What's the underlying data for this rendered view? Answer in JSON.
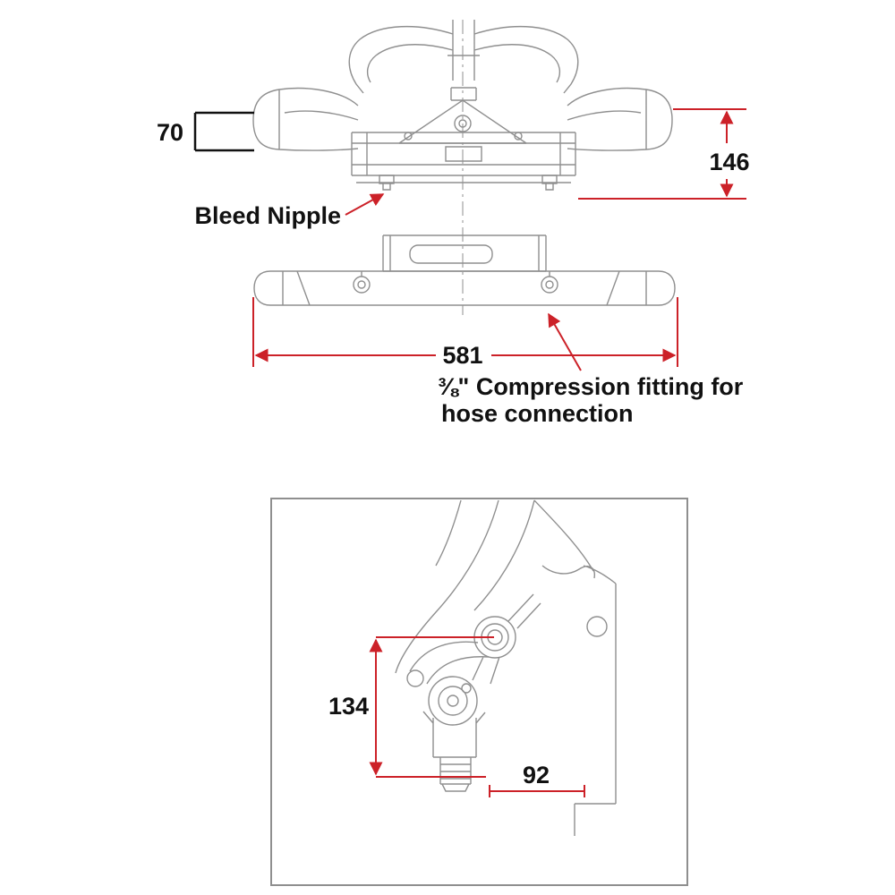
{
  "document": {
    "type": "technical-dimension-diagram",
    "background": "#ffffff"
  },
  "colors": {
    "dimension_red": "#cc2128",
    "drawing_gray": "#8f8f8f",
    "label_black": "#111111"
  },
  "top_view": {
    "dim_left": {
      "value": "70",
      "orientation": "vertical",
      "side": "left"
    },
    "dim_right": {
      "value": "146",
      "orientation": "vertical",
      "side": "right"
    },
    "dim_width": {
      "value": "581",
      "orientation": "horizontal",
      "side": "bottom"
    },
    "bleed_nipple_label": "Bleed Nipple",
    "compression_fitting": {
      "line1": "⅜\" Compression fitting for",
      "line2": "hose connection"
    }
  },
  "detail_view": {
    "dim_height": {
      "value": "134",
      "orientation": "vertical"
    },
    "dim_offset": {
      "value": "92",
      "orientation": "horizontal"
    }
  }
}
